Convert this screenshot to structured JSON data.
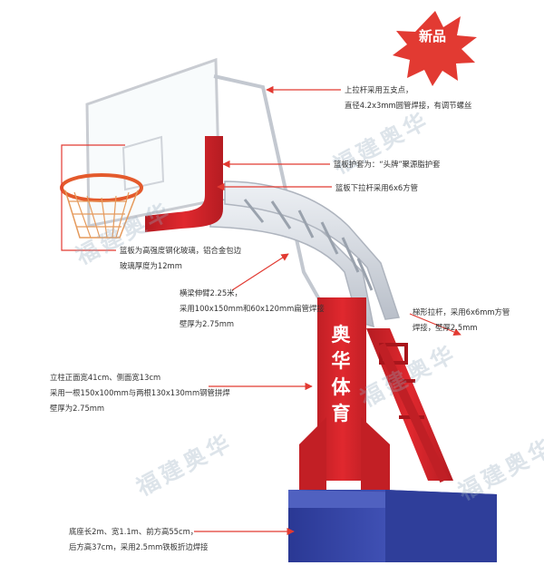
{
  "badge": {
    "label": "新品"
  },
  "brand": {
    "chars": [
      "奥",
      "华",
      "体",
      "育"
    ]
  },
  "watermarks": [
    "福建奥华",
    "福建奥华",
    "福建奥华",
    "福建奥华",
    "福建奥华"
  ],
  "annotations": {
    "top_rod": [
      "上拉杆采用五支点，",
      "直径4.2x3mm圆管焊接，有调节螺丝"
    ],
    "board_cover": [
      "篮板护套为：“头牌”聚源脂护套"
    ],
    "board_lower_rod": [
      "篮板下拉杆采用6x6方管"
    ],
    "backboard": [
      "篮板为高强度钢化玻璃，铝合金包边",
      "玻璃厚度为12mm"
    ],
    "arm": [
      "横梁伸臂2.25米，",
      "采用100x150mm和60x120mm扁管焊接",
      "壁厚为2.75mm"
    ],
    "trapezoid_rod": [
      "梯形拉杆，采用6x6mm方管",
      "焊接，壁厚2.5mm"
    ],
    "column": [
      "立柱正面宽41cm、侧面宽13cm",
      "采用一根150x100mm与两根130x130mm钢管拼焊",
      "壁厚为2.75mm"
    ],
    "base": [
      "底座长2m、宽1.1m、前方高55cm，",
      "后方高37cm，采用2.5mm铁板折边焊接"
    ]
  },
  "colors": {
    "red": "#d8262c",
    "blue": "#3848a8",
    "silver": "#d9dde4",
    "arrow": "#e23a32",
    "text": "#333333"
  },
  "icons": [
    "starburst-badge-icon",
    "basketball-hoop-illustration"
  ]
}
